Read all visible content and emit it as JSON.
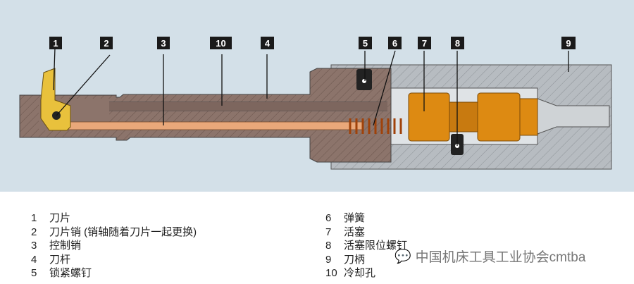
{
  "callouts": [
    "1",
    "2",
    "3",
    "10",
    "4",
    "5",
    "6",
    "7",
    "8",
    "9"
  ],
  "legend_left": [
    {
      "num": "1",
      "text": "刀片"
    },
    {
      "num": "2",
      "text": "刀片销 (销轴随着刀片一起更换)"
    },
    {
      "num": "3",
      "text": "控制销"
    },
    {
      "num": "4",
      "text": "刀杆"
    },
    {
      "num": "5",
      "text": "锁紧螺钉"
    }
  ],
  "legend_right": [
    {
      "num": "6",
      "text": "弹簧"
    },
    {
      "num": "7",
      "text": "活塞"
    },
    {
      "num": "8",
      "text": "活塞限位螺钉"
    },
    {
      "num": "9",
      "text": "刀柄"
    },
    {
      "num": "10",
      "text": "冷却孔"
    }
  ],
  "watermark": "中国机床工具工业协会cmtba",
  "colors": {
    "background": "#d3e0e8",
    "shank": "#8c746b",
    "holder": "#b7bcc1",
    "insert": "#e9c13c",
    "rod": "#e9a87a",
    "piston": "#d9860f"
  }
}
